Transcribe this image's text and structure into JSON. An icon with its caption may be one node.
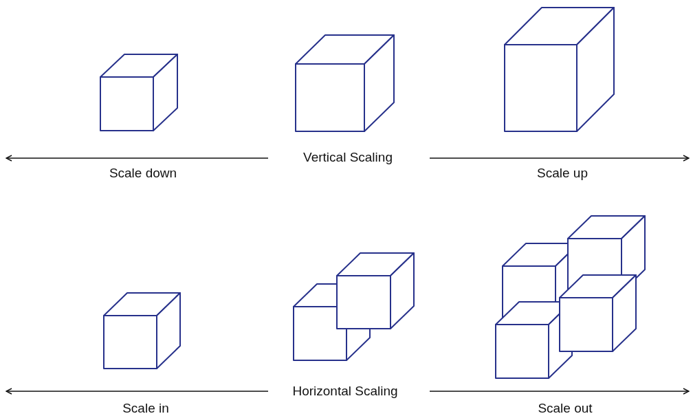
{
  "diagram": {
    "labels": [
      "Scale down",
      "Vertical Scaling",
      "Scale up",
      "Scale in",
      "Horizontal Scaling",
      "Scale out"
    ]
  }
}
